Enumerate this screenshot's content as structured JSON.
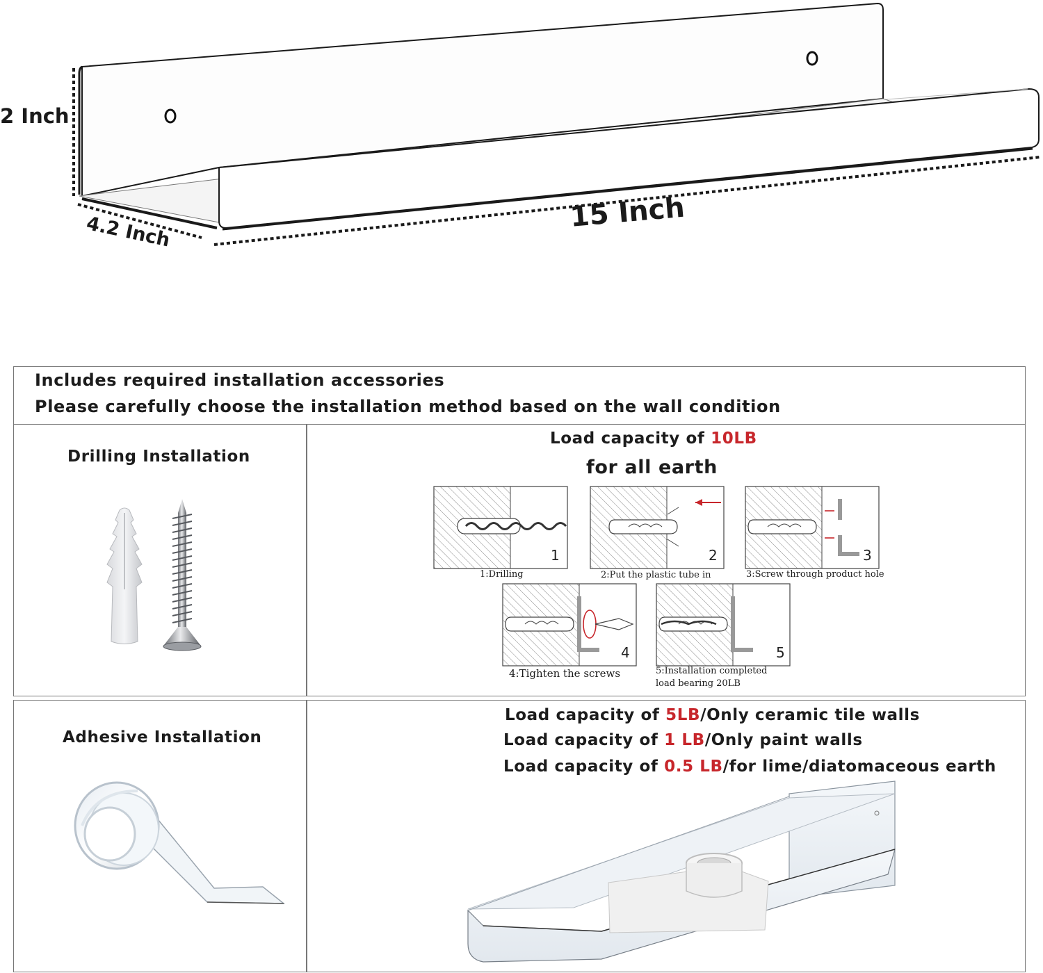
{
  "dimensions": {
    "height": "2 Inch",
    "depth": "4.2 Inch",
    "length": "15 Inch"
  },
  "header": {
    "line1": "Includes required installation accessories",
    "line2": "Please carefully choose the installation method based on the wall condition"
  },
  "drilling": {
    "title": "Drilling Installation",
    "capacity_prefix": "Load capacity of ",
    "capacity_value": "10LB",
    "capacity_suffix": "for all earth",
    "steps": [
      {
        "num": "1",
        "caption": "1:Drilling"
      },
      {
        "num": "2",
        "caption": "2:Put the plastic tube in"
      },
      {
        "num": "3",
        "caption": "3:Screw through product hole"
      },
      {
        "num": "4",
        "caption": "4:Tighten the screws"
      },
      {
        "num": "5",
        "caption": "5:Installation completed",
        "caption2": "load bearing 20LB"
      }
    ]
  },
  "adhesive": {
    "title": "Adhesive Installation",
    "lines": [
      {
        "prefix": "Load capacity of ",
        "value": "5LB",
        "suffix": "/Only ceramic tile walls"
      },
      {
        "prefix": "Load capacity of ",
        "value": "1 LB",
        "suffix": "/Only paint walls"
      },
      {
        "prefix": "Load capacity of ",
        "value": "0.5 LB",
        "suffix": "/for lime/diatomaceous earth"
      }
    ]
  },
  "colors": {
    "accent_red": "#c7262b",
    "border": "#777777",
    "text": "#1c1c1c"
  },
  "icons": [
    "shelf-illustration",
    "wall-anchor-icon",
    "screw-icon",
    "adhesive-tape-roll-icon",
    "shelf-with-tape-icon"
  ]
}
